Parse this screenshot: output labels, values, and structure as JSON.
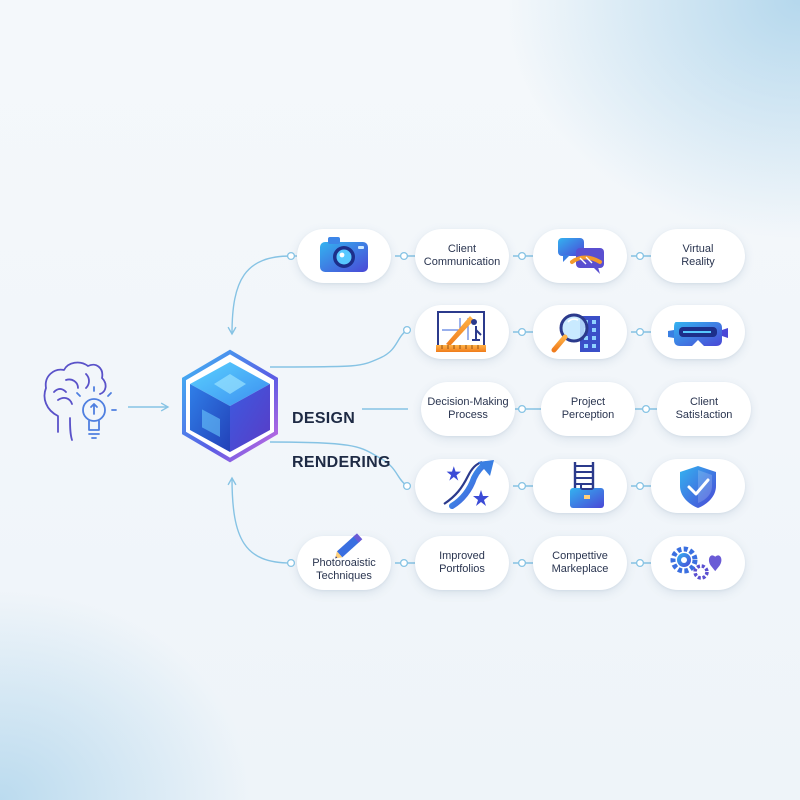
{
  "title": {
    "line1": "DESIGN",
    "line2": "RENDERING"
  },
  "icons": {
    "brain": "brain-lightbulb-icon",
    "hub": "cube-icon",
    "camera": "camera-icon",
    "chat": "chat-handshake-icon",
    "blueprint": "blueprint-icon",
    "search": "magnifier-building-icon",
    "vr": "vr-headset-icon",
    "growth": "growth-arrow-icon",
    "career": "ladder-briefcase-icon",
    "shield": "shield-check-icon",
    "pencil": "pencil-icon",
    "gears": "gears-heart-icon"
  },
  "nodes": {
    "client_communication": "Client\nCommunication",
    "virtual_reality": "Virtual\nReality",
    "decision_making": "Decision-Making\nProcess",
    "project_perception": "Project\nPerception",
    "client_satisfaction": "Client\nSatis!action",
    "photorealistic": "Photoroaistic\nTechniques",
    "improved_portfolios": "Improved\nPortfolios",
    "competitive_marketplace": "Compettive\nMarkeplace"
  },
  "colors": {
    "connector": "#86c3e4",
    "accent_blue": "#2f6fe0",
    "accent_purple": "#7b5bd6",
    "orange": "#f39a2b"
  }
}
